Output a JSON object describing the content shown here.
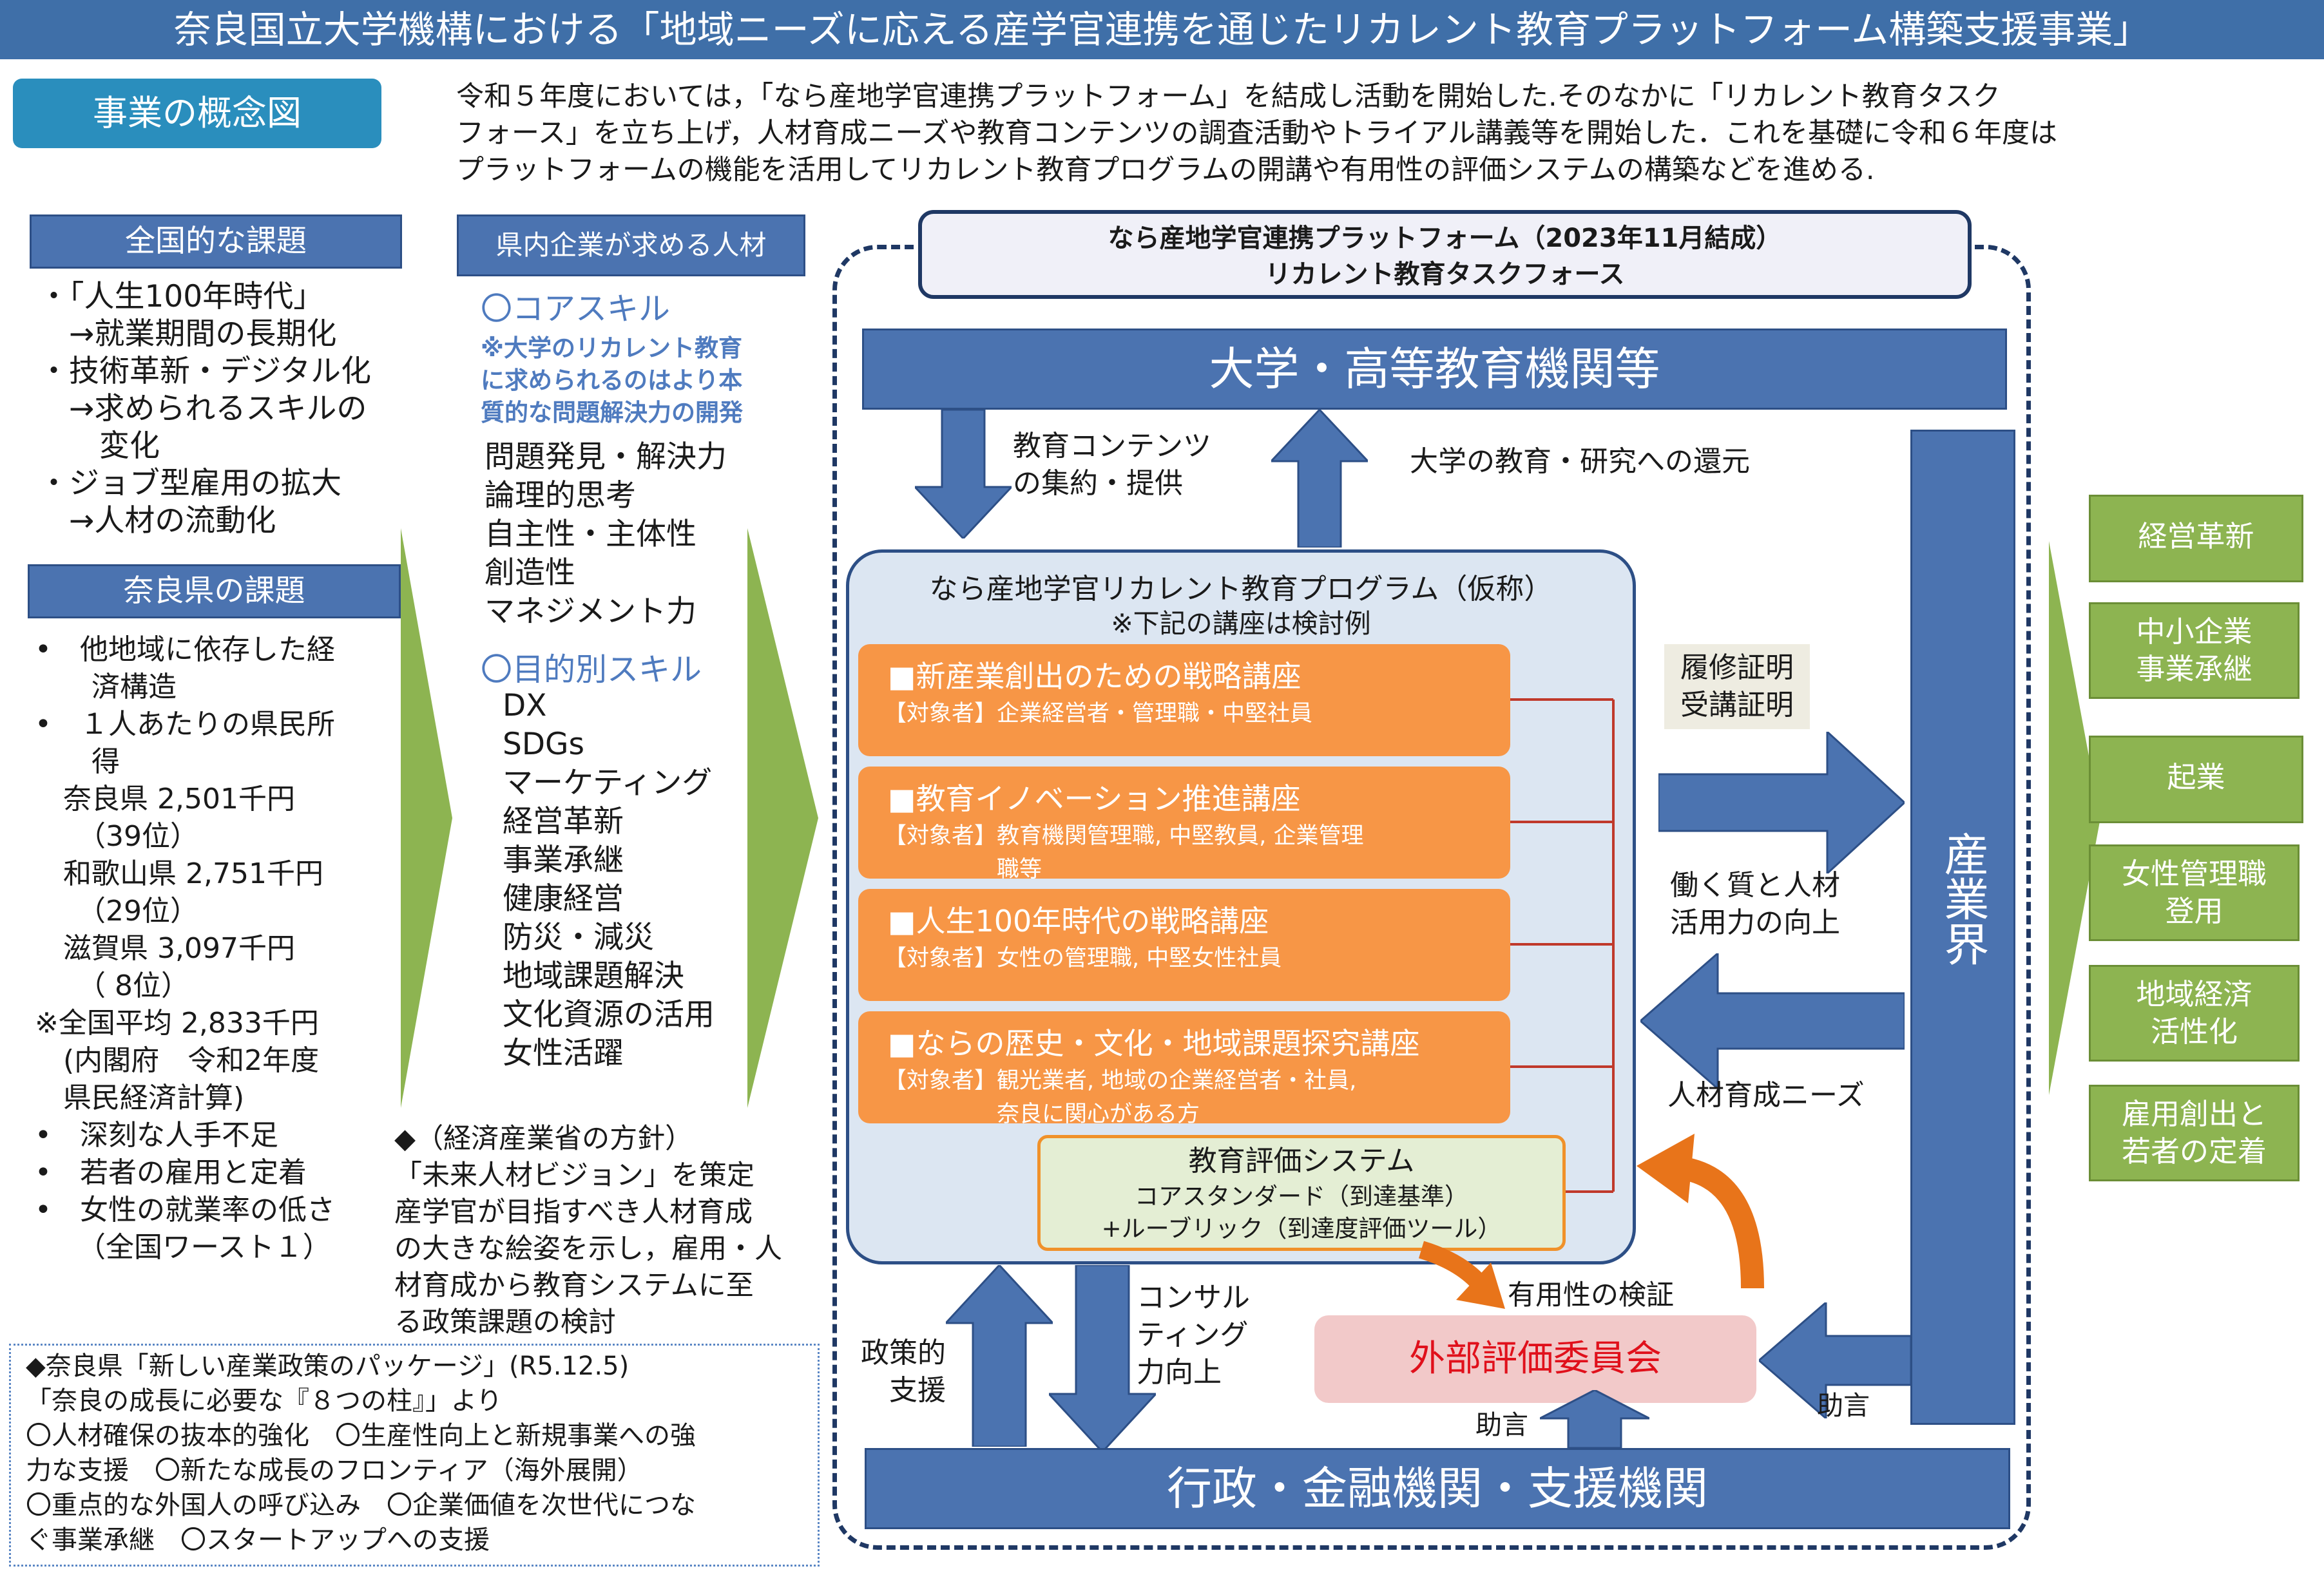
{
  "header": {
    "title": "奈良国立大学機構における「地域ニーズに応える産学官連携を通じたリカレント教育プラットフォーム構築支援事業」"
  },
  "concept_label": "事業の概念図",
  "intro_lines": [
    "令和５年度においては，「なら産地学官連携プラットフォーム」を結成し活動を開始した.そのなかに「リカレント教育タスク",
    "フォース」を立ち上げ，人材育成ニーズや教育コンテンツの調査活動やトライアル講義等を開始した．これを基礎に令和６年度は",
    "プラットフォームの機能を活用してリカレント教育プログラムの開講や有用性の評価システムの構築などを進める."
  ],
  "national": {
    "heading": "全国的な課題",
    "lines": [
      "・「人生100年時代」",
      "　→就業期間の長期化",
      "・技術革新・デジタル化",
      "　→求められるスキルの",
      "　　変化",
      "・ジョブ型雇用の拡大",
      "　→人材の流動化"
    ]
  },
  "nara": {
    "heading": "奈良県の課題",
    "lines": [
      "•　他地域に依存した経",
      "　　済構造",
      "•　１人あたりの県民所",
      "　　得",
      "　奈良県 2,501千円",
      "　　（39位）",
      "　和歌山県 2,751千円",
      "　　（29位）",
      "　滋賀県 3,097千円",
      "　　（ 8位）",
      "※全国平均 2,833千円",
      "　(内閣府　令和2年度",
      "　県民経済計算)",
      "•　深刻な人手不足",
      "•　若者の雇用と定着",
      "•　女性の就業率の低さ",
      "　　（全国ワースト１）"
    ]
  },
  "talent": {
    "heading": "県内企業が求める人材",
    "core_title": "〇コアスキル",
    "core_note": [
      "※大学のリカレント教育",
      "に求められるのはより本",
      "質的な問題解決力の開発"
    ],
    "core_skills": [
      "問題発見・解決力",
      "論理的思考",
      "自主性・主体性",
      "創造性",
      "マネジメント力"
    ],
    "purpose_title": "〇目的別スキル",
    "purpose_skills": [
      "DX",
      "SDGs",
      "マーケティング",
      "経営革新",
      "事業承継",
      "健康経営",
      "防災・減災",
      "地域課題解決",
      "文化資源の活用",
      "女性活躍"
    ]
  },
  "meti": {
    "lines": [
      "◆（経済産業省の方針）",
      "「未来人材ビジョン」を策定",
      "産学官が目指すべき人材育成",
      "の大きな絵姿を示し，雇用・人",
      "材育成から教育システムに至",
      "る政策課題の検討"
    ]
  },
  "package": {
    "lines": [
      "◆奈良県「新しい産業政策のパッケージ」(R5.12.5)",
      "「奈良の成長に必要な『８つの柱』」より",
      "〇人材確保の抜本的強化　〇生産性向上と新規事業への強",
      "力な支援　〇新たな成長のフロンティア（海外展開）",
      "〇重点的な外国人の呼び込み　〇企業価値を次世代につな",
      "ぐ事業承継　〇スタートアップへの支援"
    ]
  },
  "platform": {
    "line1": "なら産地学官連携プラットフォーム（2023年11月結成）",
    "line2": "リカレント教育タスクフォース"
  },
  "university": "大学・高等教育機関等",
  "edu_contents": [
    "教育コンテンツ",
    "の集約・提供"
  ],
  "return_label": "大学の教育・研究への還元",
  "program": {
    "title": "なら産地学官リカレント教育プログラム（仮称）",
    "note": "※下記の講座は検討例",
    "courses": [
      {
        "title": "■新産業創出のための戦略講座",
        "target": [
          "【対象者】企業経営者・管理職・中堅社員"
        ]
      },
      {
        "title": "■教育イノベーション推進講座",
        "target": [
          "【対象者】教育機関管理職, 中堅教員, 企業管理",
          "　　　　　職等"
        ]
      },
      {
        "title": "■人生100年時代の戦略講座",
        "target": [
          "【対象者】女性の管理職, 中堅女性社員"
        ]
      },
      {
        "title": "■ならの歴史・文化・地域課題探究講座",
        "target": [
          "【対象者】観光業者, 地域の企業経営者・社員,",
          "　　　　　奈良に関心がある方"
        ]
      }
    ],
    "eval": {
      "title": "教育評価システム",
      "line1": "コアスタンダード（到達基準）",
      "line2": "+ルーブリック（到達度評価ツール）"
    }
  },
  "certificate": [
    "履修証明",
    "受講証明"
  ],
  "quality": [
    "働く質と人材",
    "活用力の向上"
  ],
  "needs": "人材育成ニーズ",
  "industry": "産業界",
  "outcomes": [
    [
      "経営革新"
    ],
    [
      "中小企業",
      "事業承継"
    ],
    [
      "起業"
    ],
    [
      "女性管理職",
      "登用"
    ],
    [
      "地域経済",
      "活性化"
    ],
    [
      "雇用創出と",
      "若者の定着"
    ]
  ],
  "usefulness": "有用性の検証",
  "external": "外部評価委員会",
  "advice_left": "助言",
  "advice_right": "助言",
  "policy": [
    "政策的",
    "支援"
  ],
  "consulting": [
    "コンサル",
    "ティング",
    "力向上"
  ],
  "gov": "行政・金融機関・支援機関",
  "colors": {
    "header": "#3f6fa8",
    "blue": "#4b73b0",
    "green": "#8db451",
    "orange": "#f79646",
    "program_bg": "#dce6f2"
  }
}
